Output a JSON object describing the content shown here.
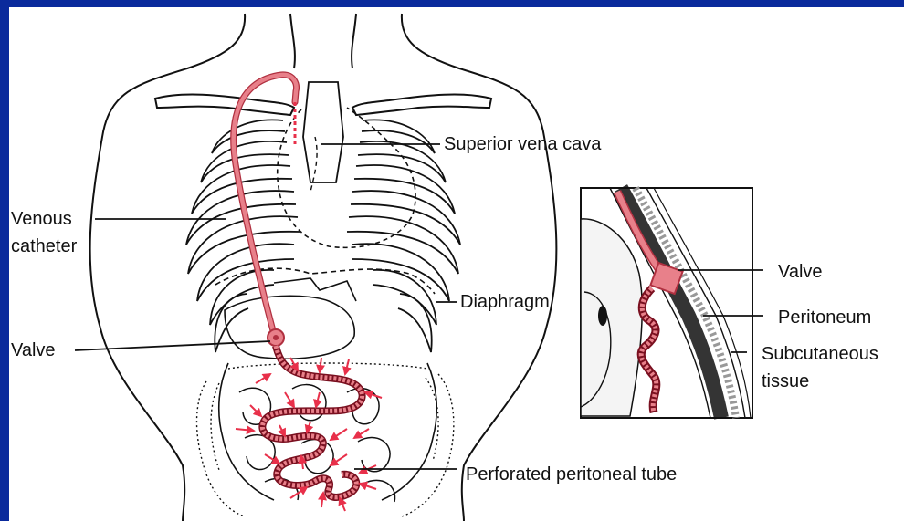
{
  "labels": {
    "superior_vena_cava": "Superior vena cava",
    "venous_catheter_1": "Venous",
    "venous_catheter_2": "catheter",
    "diaphragm": "Diaphragm",
    "valve_main": "Valve",
    "perforated_tube": "Perforated peritoneal tube",
    "valve_inset": "Valve",
    "peritoneum": "Peritoneum",
    "subcutaneous_1": "Subcutaneous",
    "subcutaneous_2": "tissue"
  },
  "colors": {
    "background": "#0a2a9c",
    "catheter": "#e8808a",
    "catheter_outline": "#b03040",
    "arrow": "#e8304a",
    "line": "#111111"
  }
}
